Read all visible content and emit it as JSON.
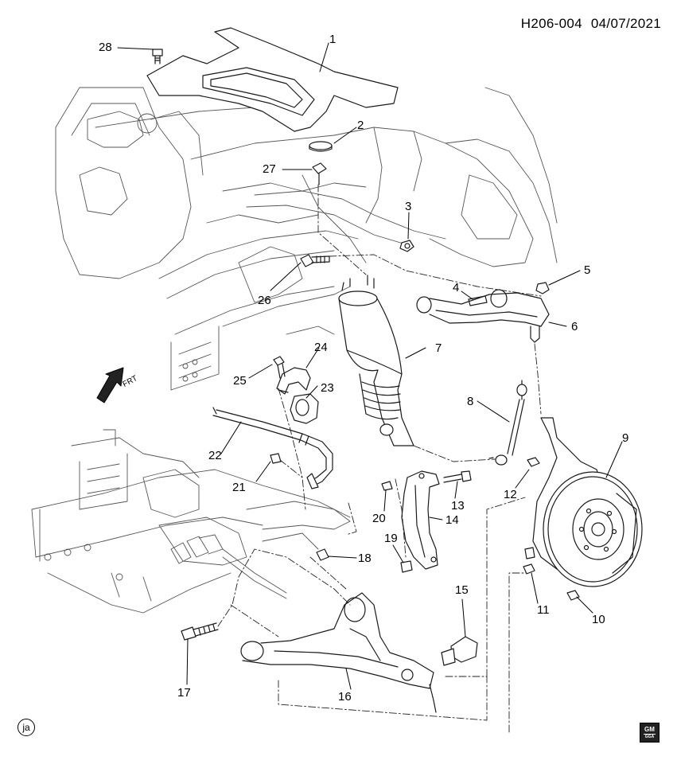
{
  "header": {
    "code": "H206-004",
    "date": "04/07/2021"
  },
  "direction_label": "FRT",
  "artist_mark": "ja",
  "brand": {
    "logo": "GM",
    "sub": "GGA"
  },
  "callouts": [
    "1",
    "2",
    "3",
    "4",
    "5",
    "6",
    "7",
    "8",
    "9",
    "10",
    "11",
    "12",
    "13",
    "14",
    "15",
    "16",
    "17",
    "18",
    "19",
    "20",
    "21",
    "22",
    "23",
    "24",
    "25",
    "26",
    "27",
    "28"
  ]
}
